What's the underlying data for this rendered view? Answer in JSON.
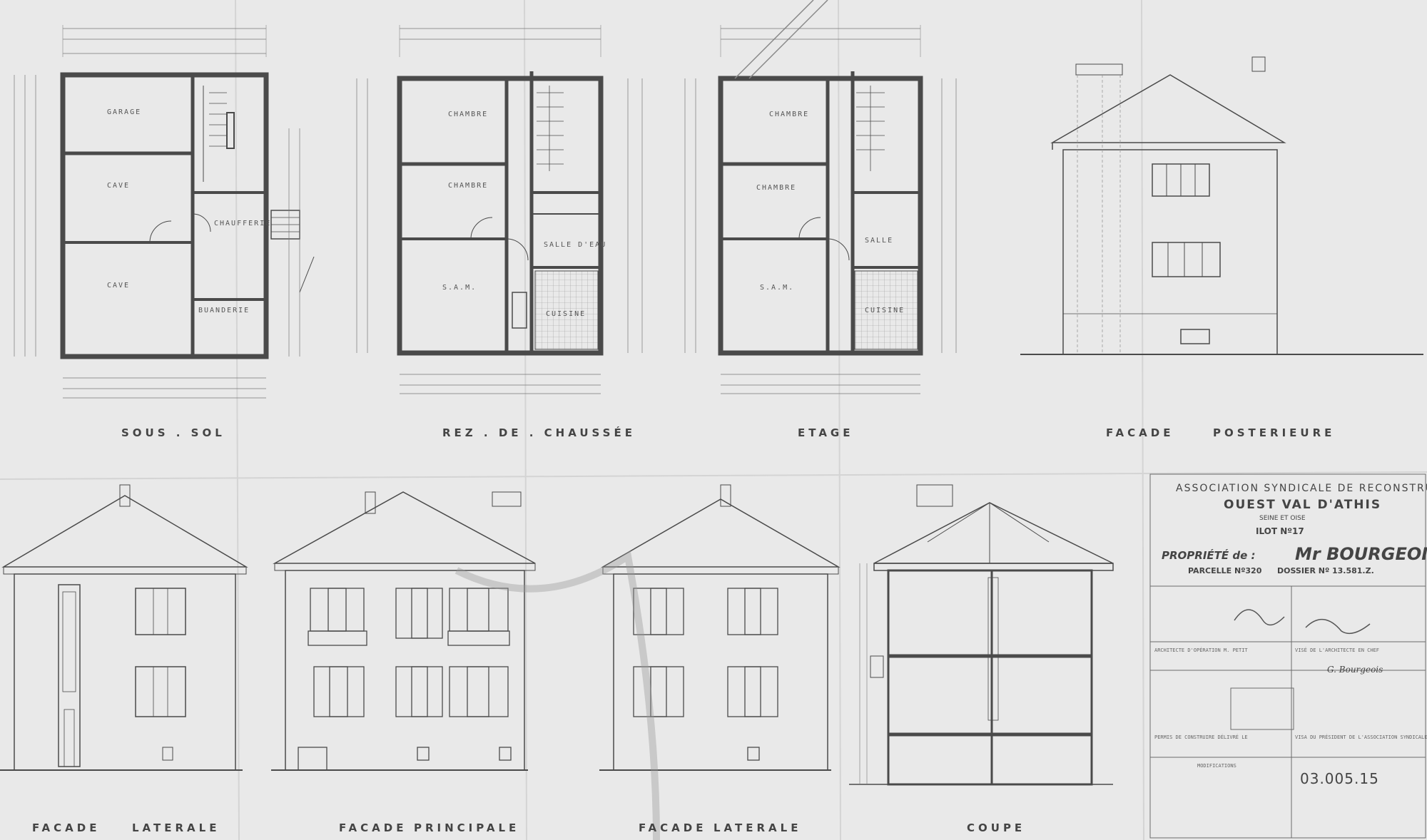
{
  "plan_labels": {
    "sous_sol": "SOUS . SOL",
    "rdc": "REZ . DE . CHAUSSÉE",
    "etage": "ETAGE",
    "facade_posterieure_1": "FACADE",
    "facade_posterieure_2": "POSTERIEURE",
    "facade_laterale_left_1": "FACADE",
    "facade_laterale_left_2": "LATERALE",
    "facade_principale_1": "FACADE",
    "facade_principale_2": "PRINCIPALE",
    "facade_laterale_right_1": "FACADE",
    "facade_laterale_right_2": "LATERALE",
    "coupe": "COUPE"
  },
  "rooms": {
    "garage": "GARAGE",
    "cave1": "CAVE",
    "cave2": "CAVE",
    "chaufferie": "CHAUFFERIE",
    "buanderie": "BUANDERIE",
    "rdc_chambre1": "CHAMBRE",
    "rdc_chambre2": "CHAMBRE",
    "rdc_sam": "S.A.M.",
    "rdc_cuisine": "CUISINE",
    "rdc_bain": "SALLE D'EAU",
    "et_chambre1": "CHAMBRE",
    "et_chambre2": "CHAMBRE",
    "et_sam": "S.A.M.",
    "et_cuisine": "CUISINE",
    "et_bain": "SALLE"
  },
  "title_block": {
    "association": "ASSOCIATION SYNDICALE DE RECONSTRUCTION",
    "name": "OUEST VAL D'ATHIS",
    "region": "SEINE ET OISE",
    "ilot": "ILOT Nº17",
    "propriete_label": "PROPRIÉTÉ de :",
    "owner": "Mr BOURGEOIS",
    "parcelle": "PARCELLE Nº320",
    "dossier": "DOSSIER Nº 13.581.Z.",
    "architecte_operation": "ARCHITECTE D'OPÉRATION   M. PETIT",
    "vise": "VISÉ DE L'ARCHITECTE EN CHEF",
    "permis": "PERMIS DE CONSTRUIRE DÉLIVRÉ LE",
    "president": "VISA DU PRÉSIDENT DE L'ASSOCIATION SYNDICALE",
    "modifications": "MODIFICATIONS",
    "reference": "03.005.15",
    "signature_owner": "G. Bourgeois"
  },
  "colors": {
    "paper": "#e9e9e9",
    "ink": "#4a4a4a",
    "light_ink": "#8a8a8a"
  }
}
